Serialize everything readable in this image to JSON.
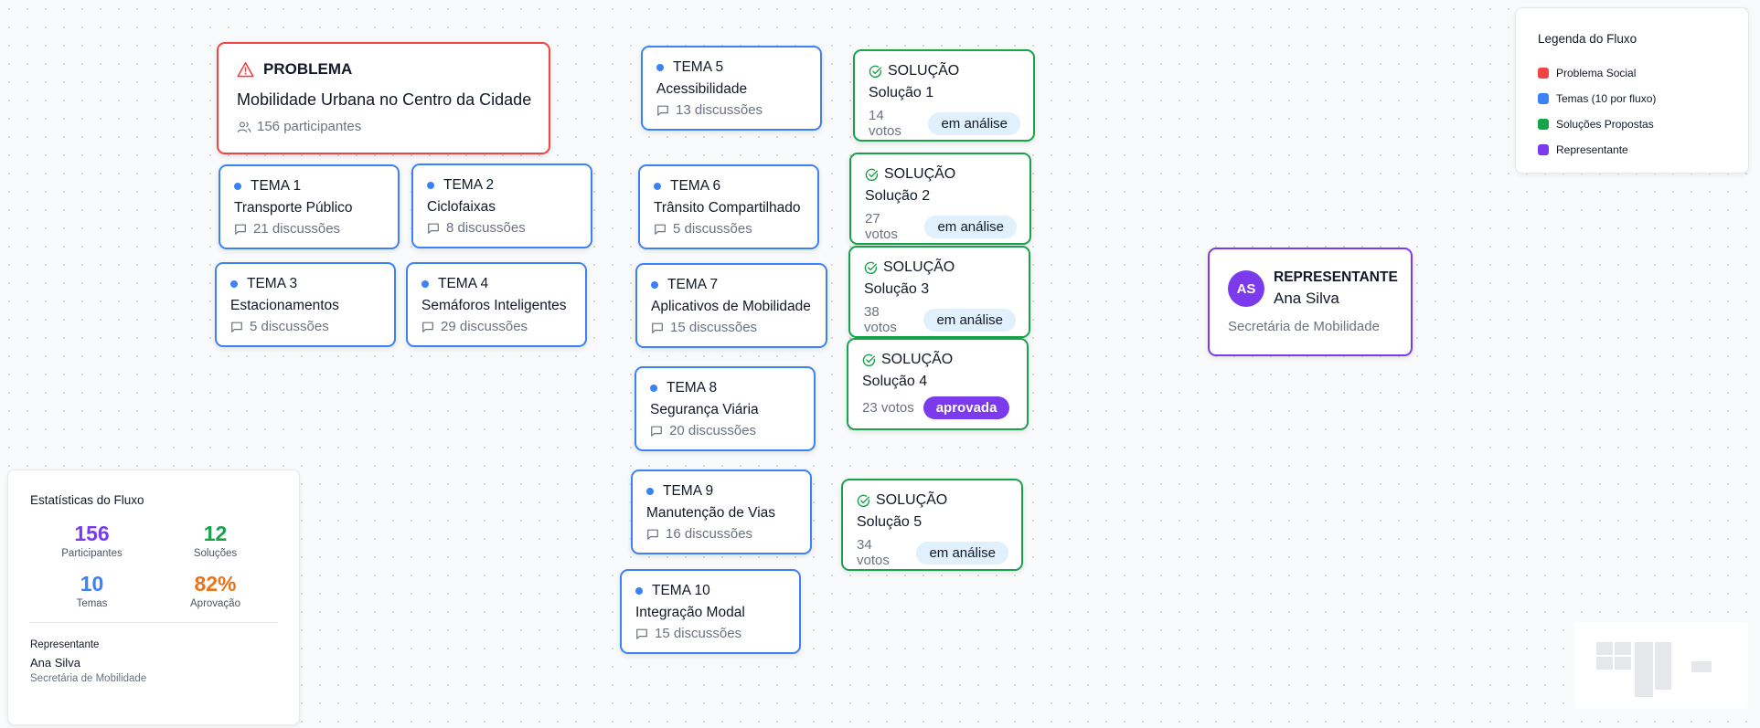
{
  "problem": {
    "tag": "PROBLEMA",
    "title": "Mobilidade Urbana no Centro da Cidade",
    "participants": "156 participantes"
  },
  "themes": [
    {
      "tag": "TEMA 1",
      "title": "Transporte Público",
      "discussions": "21 discussões"
    },
    {
      "tag": "TEMA 2",
      "title": "Ciclofaixas",
      "discussions": "8 discussões"
    },
    {
      "tag": "TEMA 3",
      "title": "Estacionamentos",
      "discussions": "5 discussões"
    },
    {
      "tag": "TEMA 4",
      "title": "Semáforos Inteligentes",
      "discussions": "29 discussões"
    },
    {
      "tag": "TEMA 5",
      "title": "Acessibilidade",
      "discussions": "13 discussões"
    },
    {
      "tag": "TEMA 6",
      "title": "Trânsito Compartilhado",
      "discussions": "5 discussões"
    },
    {
      "tag": "TEMA 7",
      "title": "Aplicativos de Mobilidade",
      "discussions": "15 discussões"
    },
    {
      "tag": "TEMA 8",
      "title": "Segurança Viária",
      "discussions": "20 discussões"
    },
    {
      "tag": "TEMA 9",
      "title": "Manutenção de Vias",
      "discussions": "16 discussões"
    },
    {
      "tag": "TEMA 10",
      "title": "Integração Modal",
      "discussions": "15 discussões"
    }
  ],
  "solutions": [
    {
      "tag": "SOLUÇÃO",
      "title": "Solução 1",
      "votes": "14 votos",
      "status": "em análise"
    },
    {
      "tag": "SOLUÇÃO",
      "title": "Solução 2",
      "votes": "27 votos",
      "status": "em análise"
    },
    {
      "tag": "SOLUÇÃO",
      "title": "Solução 3",
      "votes": "38 votos",
      "status": "em análise"
    },
    {
      "tag": "SOLUÇÃO",
      "title": "Solução 4",
      "votes": "23 votos",
      "status": "aprovada"
    },
    {
      "tag": "SOLUÇÃO",
      "title": "Solução 5",
      "votes": "34 votos",
      "status": "em análise"
    }
  ],
  "representative": {
    "initials": "AS",
    "tag": "REPRESENTANTE",
    "name": "Ana Silva",
    "org": "Secretária de Mobilidade"
  },
  "legend": {
    "title": "Legenda do Fluxo",
    "items": [
      {
        "label": "Problema Social",
        "color": "#ef4444"
      },
      {
        "label": "Temas (10 por fluxo)",
        "color": "#3b82f6"
      },
      {
        "label": "Soluções Propostas",
        "color": "#16a34a"
      },
      {
        "label": "Representante",
        "color": "#7c3aed"
      }
    ]
  },
  "stats": {
    "title": "Estatísticas do Fluxo",
    "items": [
      {
        "value": "156",
        "label": "Participantes",
        "color": "#7c3aed"
      },
      {
        "value": "12",
        "label": "Soluções",
        "color": "#16a34a"
      },
      {
        "value": "10",
        "label": "Temas",
        "color": "#3b82f6"
      },
      {
        "value": "82%",
        "label": "Aprovação",
        "color": "#ea7317"
      }
    ],
    "rep_heading": "Representante",
    "rep_name": "Ana Silva",
    "rep_org": "Secretária de Mobilidade"
  },
  "colors": {
    "problem": "#ef4444",
    "theme": "#3b82f6",
    "solution": "#16a34a",
    "representative": "#7c3aed"
  }
}
